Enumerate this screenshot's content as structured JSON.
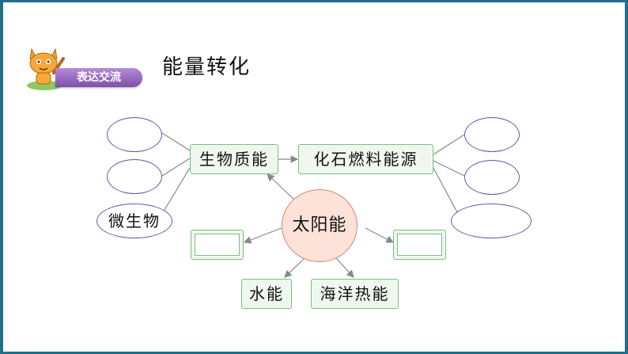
{
  "badge": {
    "label": "表达交流"
  },
  "title": "能量转化",
  "diagram": {
    "center": "太阳能",
    "biomass": "生物质能",
    "fossil": "化石燃料能源",
    "microbe": "微生物",
    "water": "水能",
    "ocean": "海洋热能",
    "blank_left": "",
    "blank_right": "",
    "ellipse_left_1": "",
    "ellipse_left_2": "",
    "ellipse_right_1": "",
    "ellipse_right_2": "",
    "ellipse_right_3": ""
  },
  "colors": {
    "box_border": "#7bbf82",
    "box_fill": "#eef8ee",
    "ellipse_border": "#5b5fa8",
    "sun_fill": "#fde2d9",
    "sun_border": "#d9836f",
    "frame": "#1f6f8b"
  }
}
